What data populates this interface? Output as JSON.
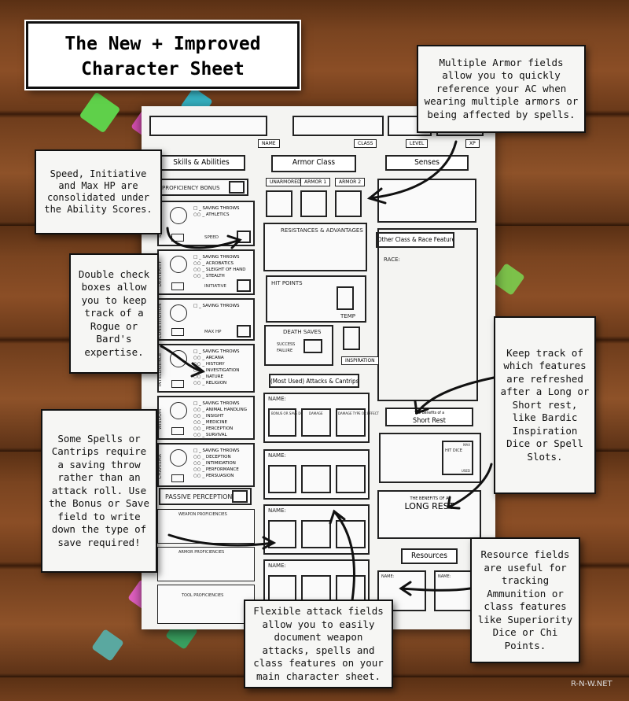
{
  "title": {
    "line1": "The New + Improved",
    "line2": "Character Sheet"
  },
  "sheet": {
    "header_tags": [
      "Name",
      "Class",
      "Level",
      "XP"
    ],
    "skills_header": "Skills & Abilities",
    "armor_header": "Armor Class",
    "senses_header": "Senses",
    "proficiency_bonus": "Proficiency Bonus",
    "armor_tags": [
      "Unarmored",
      "Armor 1",
      "Armor 2"
    ],
    "resistances": "Resistances & Advantages",
    "other_features": "Other Class & Race Features",
    "race_label": "Race:",
    "hit_points": "Hit Points",
    "temp": "Temp",
    "death_saves": "Death Saves",
    "success": "Success",
    "failure": "Failure",
    "inspiration": "Inspiration",
    "attacks_header": "(Most Used) Attacks & Cantrips",
    "attack_name": "Name:",
    "attack_fields": [
      "Bonus or Save DC",
      "Damage",
      "Damage Type or Effect"
    ],
    "short_rest_pre": "The Benefits of a",
    "short_rest": "Short Rest",
    "hit_dice": "Hit Dice",
    "max": "Max",
    "used": "Used",
    "long_rest_pre": "The Benefits of a",
    "long_rest": "Long Rest",
    "resources": "Resources",
    "passive_perception": "Passive Perception",
    "weapon_prof": "Weapon Proficiencies",
    "armor_prof": "Armor Proficiencies",
    "tool_prof": "Tool Proficiencies",
    "abilities": [
      {
        "name": "Strength",
        "skills": [
          "Saving Throws",
          "Athletics"
        ],
        "extra": "Speed"
      },
      {
        "name": "Dexterity",
        "skills": [
          "Saving Throws",
          "Acrobatics",
          "Sleight of Hand",
          "Stealth"
        ],
        "extra": "Initiative"
      },
      {
        "name": "Constitution",
        "skills": [
          "Saving Throws"
        ],
        "extra": "Max HP"
      },
      {
        "name": "Intelligence",
        "skills": [
          "Saving Throws",
          "Arcana",
          "History",
          "Investigation",
          "Nature",
          "Religion"
        ],
        "extra": ""
      },
      {
        "name": "Wisdom",
        "skills": [
          "Saving Throws",
          "Animal Handling",
          "Insight",
          "Medicine",
          "Perception",
          "Survival"
        ],
        "extra": ""
      },
      {
        "name": "Charisma",
        "skills": [
          "Saving Throws",
          "Deception",
          "Intimidation",
          "Performance",
          "Persuasion"
        ],
        "extra": ""
      }
    ]
  },
  "callouts": {
    "armor": "Multiple Armor fields allow you to quickly reference your AC when wearing multiple armors or being affected by spells.",
    "speed": "Speed, Initiative and Max HP are consolidated under the Ability Scores.",
    "double": "Double check boxes allow you to keep track of a Rogue or Bard's expertise.",
    "spells": "Some Spells or Cantrips require a saving throw rather than an attack roll. Use the Bonus or Save field to write down the type of save required!",
    "track": "Keep track of which features are refreshed after a Long or Short rest, like Bardic Inspiration Dice or Spell Slots.",
    "resource": "Resource fields are useful for tracking Ammunition or class features like Superiority Dice or Chi Points.",
    "flexible": "Flexible attack fields allow you to easily document weapon attacks, spells and class features on your main character sheet."
  },
  "watermark": "R-N-W.NET"
}
